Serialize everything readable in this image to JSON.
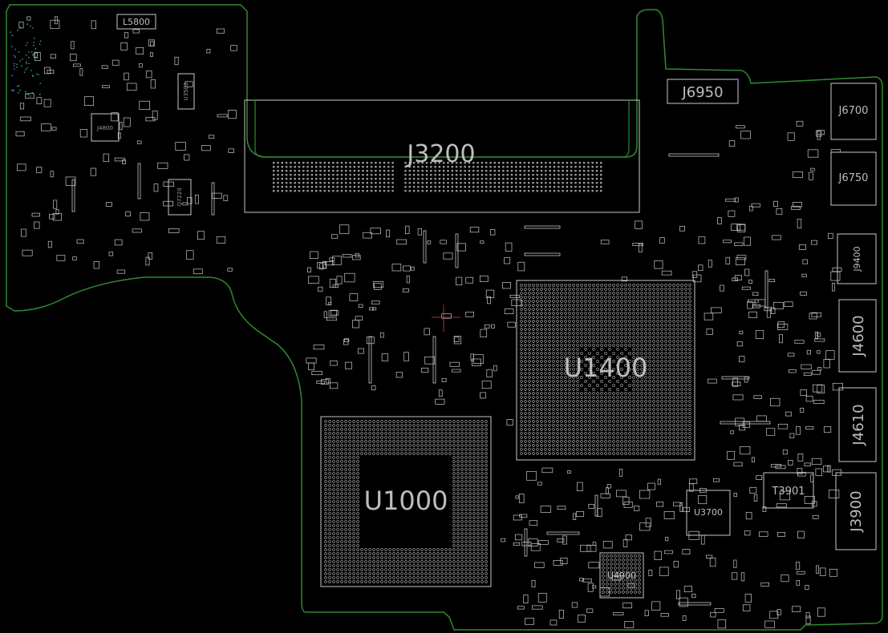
{
  "diagram": {
    "board_outline_color": "#2f8a2f",
    "silkscreen_color": "#c8c8c8",
    "background_color": "#000000",
    "labels": {
      "L5800": "L5800",
      "J6950": "J6950",
      "J3200": "J3200",
      "J6700": "J6700",
      "J6750": "J6750",
      "J9400": "J9400",
      "J4600": "J4600",
      "J4610": "J4610",
      "U1400": "U1400",
      "U1000": "U1000",
      "T3901": "T3901",
      "U3700": "U3700",
      "J3900": "J3900",
      "U4900": "U4900",
      "J4800": "J4800",
      "Q7220": "Q7220",
      "U3502": "U3502"
    }
  }
}
